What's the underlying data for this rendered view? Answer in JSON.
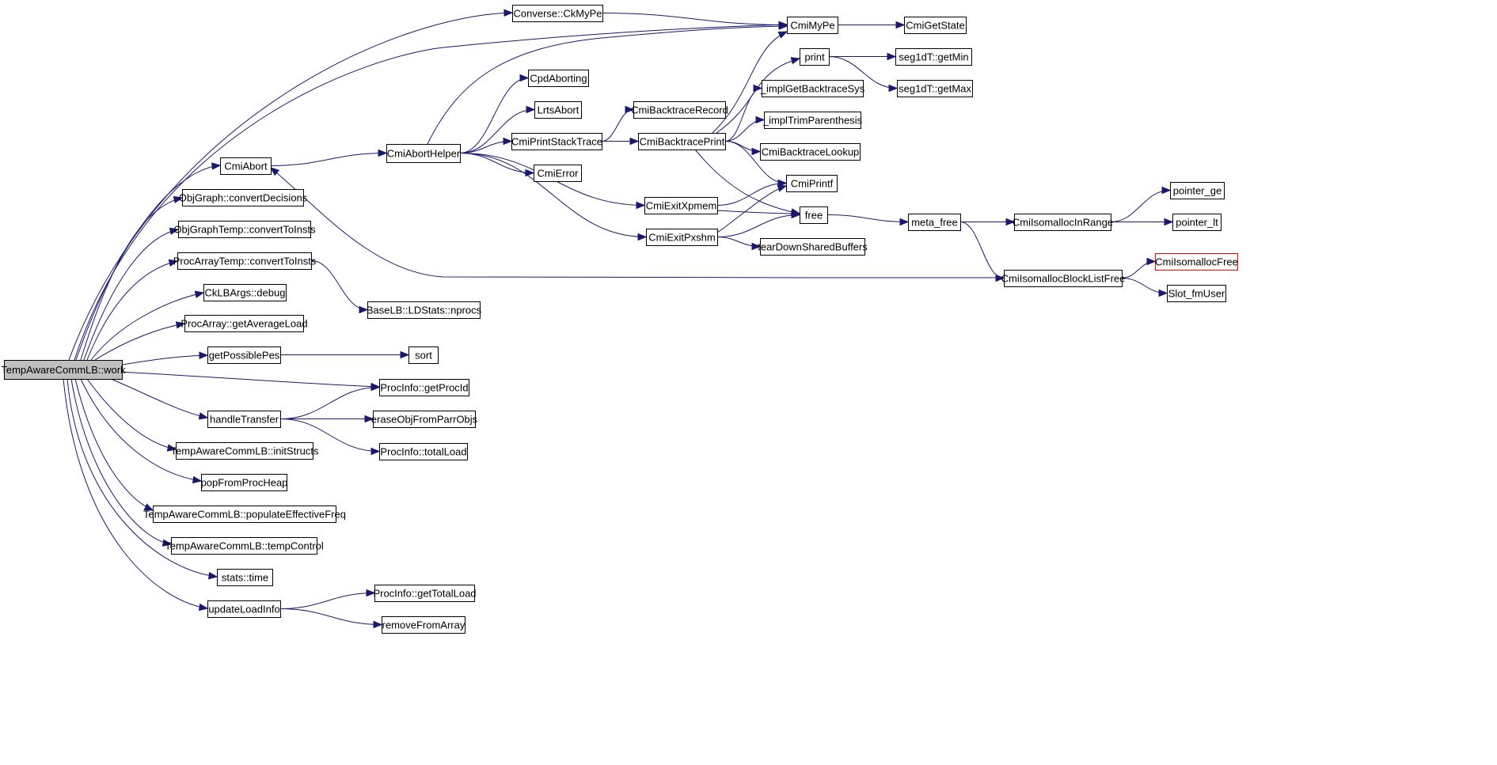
{
  "colors": {
    "edge": "#191970",
    "root_fill": "#bfbfbf",
    "truncated_border": "#ff0000",
    "node_border": "#000000",
    "node_fill": "#ffffff"
  },
  "nodes": [
    {
      "id": "work",
      "label": "TempAwareCommLB::work",
      "role": "root"
    },
    {
      "id": "ckmype",
      "label": "Converse::CkMyPe"
    },
    {
      "id": "cmimype",
      "label": "CmiMyPe"
    },
    {
      "id": "cmigetstate",
      "label": "CmiGetState"
    },
    {
      "id": "print",
      "label": "print"
    },
    {
      "id": "getmin",
      "label": "seg1dT::getMin"
    },
    {
      "id": "getmax",
      "label": "seg1dT::getMax"
    },
    {
      "id": "cpdaborting",
      "label": "CpdAborting"
    },
    {
      "id": "lrtsabort",
      "label": "LrtsAbort"
    },
    {
      "id": "implgetbt",
      "label": "_implGetBacktraceSys"
    },
    {
      "id": "cmibtrecord",
      "label": "CmiBacktraceRecord"
    },
    {
      "id": "impltrim",
      "label": "_implTrimParenthesis"
    },
    {
      "id": "cmiabort",
      "label": "CmiAbort"
    },
    {
      "id": "cmiaborthelper",
      "label": "CmiAbortHelper"
    },
    {
      "id": "cmiprintstack",
      "label": "CmiPrintStackTrace"
    },
    {
      "id": "cmibtprint",
      "label": "CmiBacktracePrint"
    },
    {
      "id": "cmibtlookup",
      "label": "CmiBacktraceLookup"
    },
    {
      "id": "cmierror",
      "label": "CmiError"
    },
    {
      "id": "convertdecisions",
      "label": "ObjGraph::convertDecisions"
    },
    {
      "id": "cmiprintf",
      "label": "CmiPrintf"
    },
    {
      "id": "pointer_ge",
      "label": "pointer_ge"
    },
    {
      "id": "cmiexitxpmem",
      "label": "CmiExitXpmem"
    },
    {
      "id": "free",
      "label": "free"
    },
    {
      "id": "metafree",
      "label": "meta_free"
    },
    {
      "id": "cmiisoinrange",
      "label": "CmiIsomallocInRange"
    },
    {
      "id": "pointer_lt",
      "label": "pointer_lt"
    },
    {
      "id": "objgraphtemp",
      "label": "ObjGraphTemp::convertToInsts"
    },
    {
      "id": "cmiexitpxshm",
      "label": "CmiExitPxshm"
    },
    {
      "id": "teardown",
      "label": "tearDownSharedBuffers"
    },
    {
      "id": "procarraytemp",
      "label": "ProcArrayTemp::convertToInsts"
    },
    {
      "id": "cmiisofree",
      "label": "CmiIsomallocFree",
      "role": "truncated"
    },
    {
      "id": "cmiisoblockfree",
      "label": "CmiIsomallocBlockListFree"
    },
    {
      "id": "cklbargs",
      "label": "CkLBArgs::debug"
    },
    {
      "id": "slotfmuser",
      "label": "Slot_fmUser"
    },
    {
      "id": "nprocs",
      "label": "BaseLB::LDStats::nprocs"
    },
    {
      "id": "getavgload",
      "label": "ProcArray::getAverageLoad"
    },
    {
      "id": "getpossiblepes",
      "label": "getPossiblePes"
    },
    {
      "id": "sort",
      "label": "sort"
    },
    {
      "id": "getprocid",
      "label": "ProcInfo::getProcId"
    },
    {
      "id": "handletransfer",
      "label": "handleTransfer"
    },
    {
      "id": "eraseobj",
      "label": "eraseObjFromParrObjs"
    },
    {
      "id": "initstructs",
      "label": "TempAwareCommLB::initStructs"
    },
    {
      "id": "totalload",
      "label": "ProcInfo::totalLoad"
    },
    {
      "id": "popfromprocheap",
      "label": "popFromProcHeap"
    },
    {
      "id": "populateeff",
      "label": "TempAwareCommLB::populateEffectiveFreq"
    },
    {
      "id": "tempcontrol",
      "label": "TempAwareCommLB::tempControl"
    },
    {
      "id": "statstime",
      "label": "stats::time"
    },
    {
      "id": "gettotalload",
      "label": "ProcInfo::getTotalLoad"
    },
    {
      "id": "updateloadinfo",
      "label": "updateLoadInfo"
    },
    {
      "id": "removefromarray",
      "label": "removeFromArray"
    }
  ],
  "edges": [
    [
      "work",
      "ckmype"
    ],
    [
      "work",
      "cmimype"
    ],
    [
      "work",
      "cmiabort"
    ],
    [
      "work",
      "convertdecisions"
    ],
    [
      "work",
      "objgraphtemp"
    ],
    [
      "work",
      "procarraytemp"
    ],
    [
      "work",
      "cklbargs"
    ],
    [
      "work",
      "getavgload"
    ],
    [
      "work",
      "getpossiblepes"
    ],
    [
      "work",
      "getprocid"
    ],
    [
      "work",
      "handletransfer"
    ],
    [
      "work",
      "initstructs"
    ],
    [
      "work",
      "popfromprocheap"
    ],
    [
      "work",
      "populateeff"
    ],
    [
      "work",
      "tempcontrol"
    ],
    [
      "work",
      "statstime"
    ],
    [
      "work",
      "updateloadinfo"
    ],
    [
      "ckmype",
      "cmimype"
    ],
    [
      "cmimype",
      "cmigetstate"
    ],
    [
      "cmiabort",
      "cmiaborthelper"
    ],
    [
      "cmiaborthelper",
      "cmimype"
    ],
    [
      "cmiaborthelper",
      "cpdaborting"
    ],
    [
      "cmiaborthelper",
      "lrtsabort"
    ],
    [
      "cmiaborthelper",
      "cmiprintstack"
    ],
    [
      "cmiaborthelper",
      "cmierror"
    ],
    [
      "cmiaborthelper",
      "cmiexitxpmem"
    ],
    [
      "cmiaborthelper",
      "cmiexitpxshm"
    ],
    [
      "cmiprintstack",
      "cmibtrecord"
    ],
    [
      "cmiprintstack",
      "cmibtprint"
    ],
    [
      "cmibtprint",
      "cmimype"
    ],
    [
      "cmibtprint",
      "print"
    ],
    [
      "cmibtprint",
      "implgetbt"
    ],
    [
      "cmibtprint",
      "impltrim"
    ],
    [
      "cmibtprint",
      "cmibtlookup"
    ],
    [
      "cmibtprint",
      "cmiprintf"
    ],
    [
      "cmibtprint",
      "free"
    ],
    [
      "print",
      "getmin"
    ],
    [
      "print",
      "getmax"
    ],
    [
      "cmiexitxpmem",
      "cmiprintf"
    ],
    [
      "cmiexitxpmem",
      "free"
    ],
    [
      "cmiexitpxshm",
      "cmiprintf"
    ],
    [
      "cmiexitpxshm",
      "free"
    ],
    [
      "cmiexitpxshm",
      "teardown"
    ],
    [
      "free",
      "metafree"
    ],
    [
      "metafree",
      "cmiisoinrange"
    ],
    [
      "metafree",
      "cmiisoblockfree"
    ],
    [
      "cmiisoinrange",
      "pointer_ge"
    ],
    [
      "cmiisoinrange",
      "pointer_lt"
    ],
    [
      "cmiisoblockfree",
      "cmiabort"
    ],
    [
      "cmiisoblockfree",
      "cmiisofree"
    ],
    [
      "cmiisoblockfree",
      "slotfmuser"
    ],
    [
      "procarraytemp",
      "nprocs"
    ],
    [
      "getpossiblepes",
      "sort"
    ],
    [
      "handletransfer",
      "getprocid"
    ],
    [
      "handletransfer",
      "eraseobj"
    ],
    [
      "handletransfer",
      "totalload"
    ],
    [
      "updateloadinfo",
      "gettotalload"
    ],
    [
      "updateloadinfo",
      "removefromarray"
    ]
  ]
}
